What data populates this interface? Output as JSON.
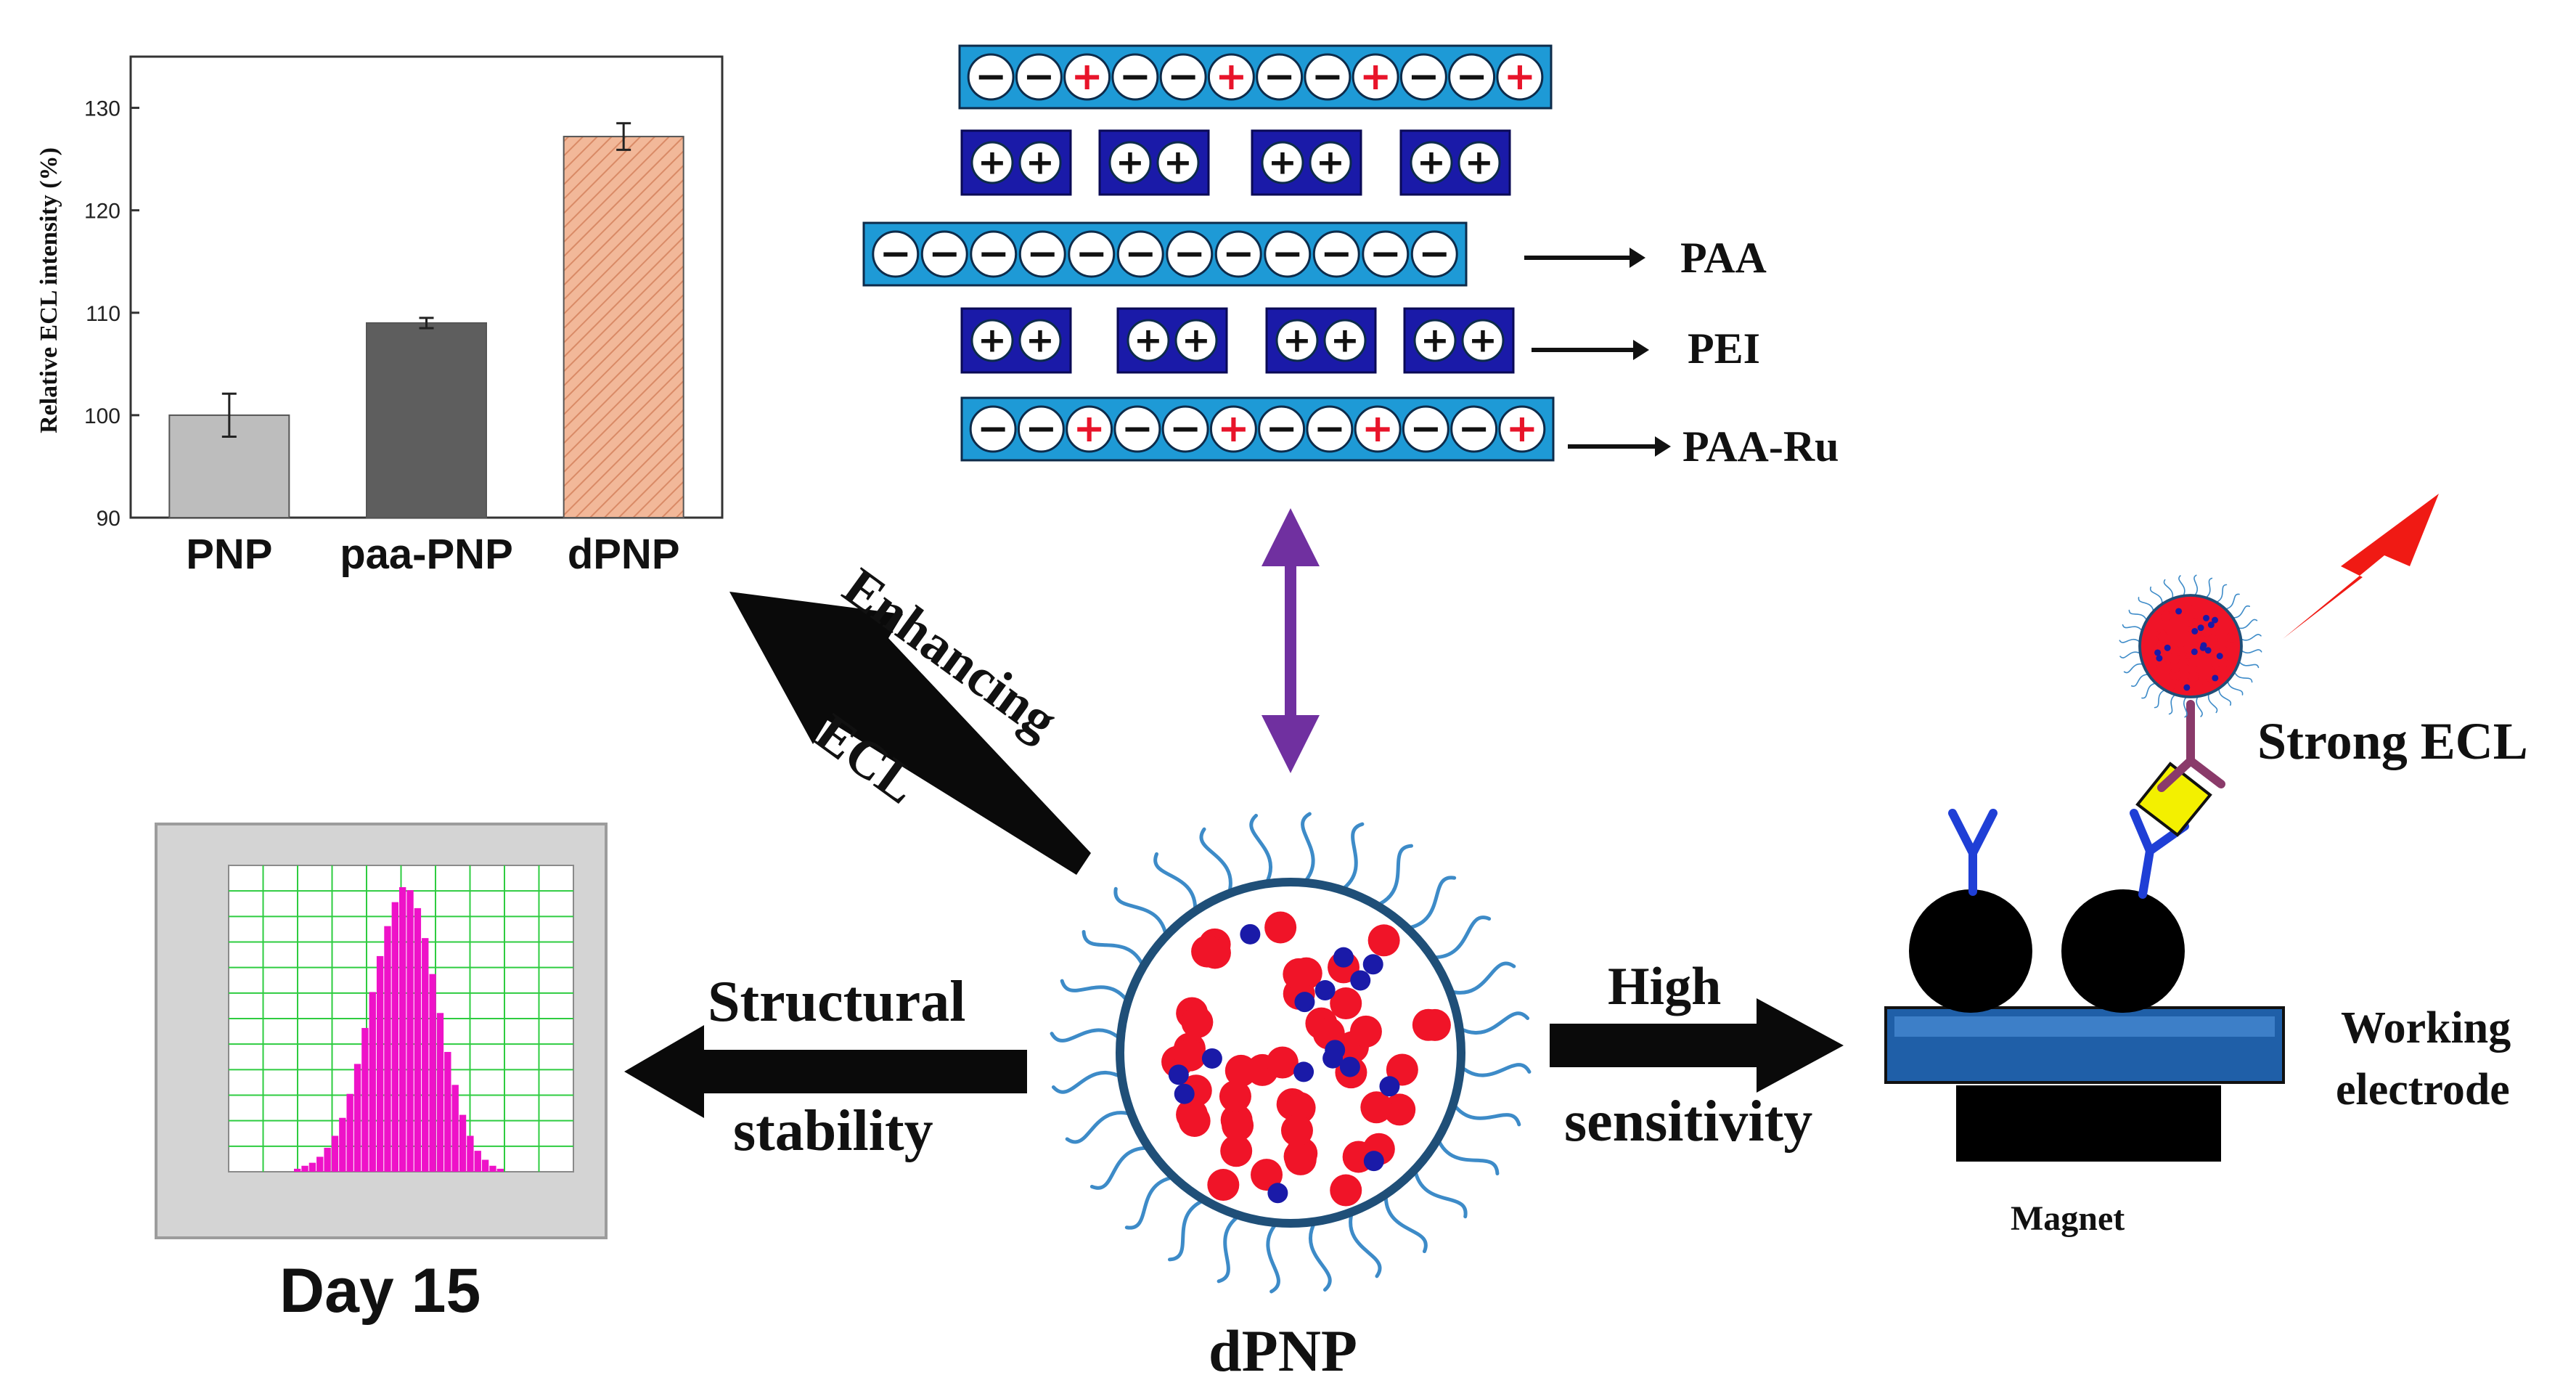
{
  "bar_chart": {
    "chart_data": {
      "type": "bar",
      "categories": [
        "PNP",
        "paa-PNP",
        "dPNP"
      ],
      "values": [
        100,
        109,
        127.2
      ],
      "errors": [
        2.1,
        0.5,
        1.3
      ],
      "ylabel": "Relative ECL intensity (%)",
      "ylim": [
        90,
        135
      ],
      "yticks": [
        90,
        100,
        110,
        120,
        130
      ],
      "colors": [
        "#bdbdbd",
        "#5e5e5e",
        "#f2b899"
      ]
    }
  },
  "layers": {
    "labels": [
      "PAA",
      "PEI",
      "PAA-Ru"
    ],
    "minus_glyph": "−",
    "plus_glyph": "+",
    "colors": {
      "strip": "#1e9ad6",
      "pei_block": "#1a1aa8",
      "plus_red": "#e8142a"
    }
  },
  "arrows": {
    "enhancing": [
      "Enhancing",
      "ECL"
    ],
    "structural": [
      "Structural",
      "stability"
    ],
    "high": [
      "High",
      "sensitivity"
    ]
  },
  "center": {
    "label": "dPNP"
  },
  "histogram": {
    "label": "Day 15",
    "chart_data": {
      "type": "bar",
      "values": [
        1,
        2,
        3,
        5,
        8,
        12,
        18,
        26,
        36,
        48,
        60,
        72,
        82,
        90,
        95,
        94,
        88,
        78,
        66,
        53,
        40,
        29,
        19,
        12,
        7,
        4,
        2,
        1
      ],
      "colors": [
        "#ee12c8"
      ]
    }
  },
  "device": {
    "strong_ecl": "Strong ECL",
    "electrode": [
      "Working",
      "electrode"
    ],
    "magnet": "Magnet"
  }
}
